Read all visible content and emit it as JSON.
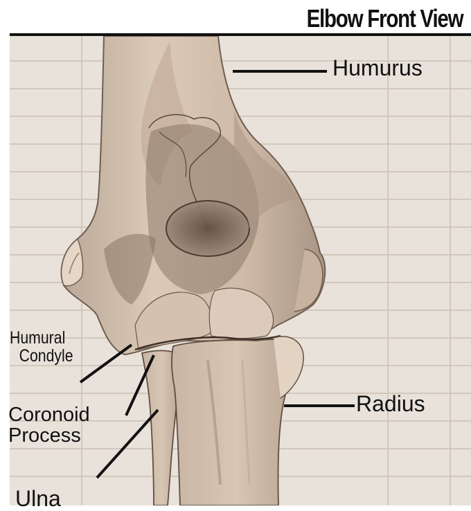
{
  "title": "Elbow Front View",
  "labels": {
    "humurus": "Humurus",
    "humural_condyle_line1": "Humural",
    "humural_condyle_line2": "Condyle",
    "coronoid_line1": "Coronoid",
    "coronoid_line2": "Process",
    "radius": "Radius",
    "ulna": "Ulna"
  },
  "colors": {
    "bone": "#d9c6b3",
    "bone_shadow": "#8f7b6c",
    "background_page": "#e8e2da",
    "ink": "#111111"
  }
}
